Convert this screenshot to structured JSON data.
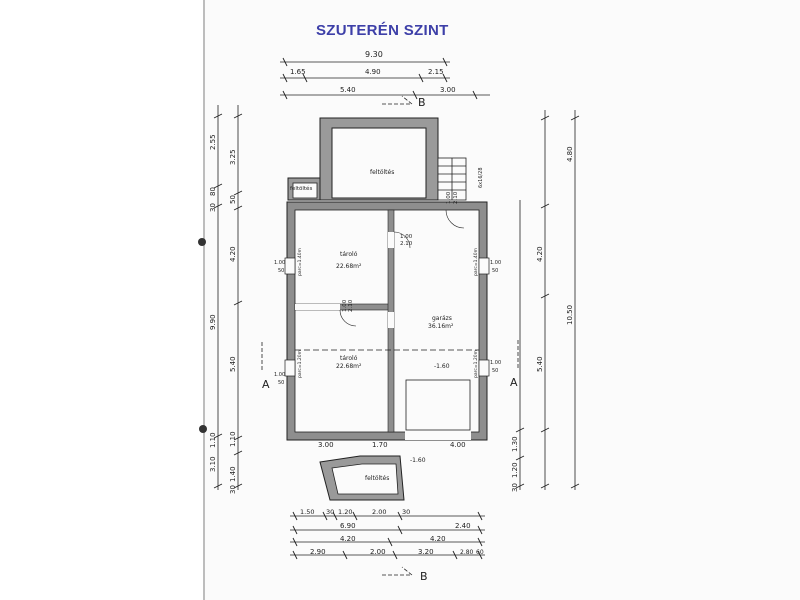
{
  "title": "SZUTERÉN SZINT",
  "dims": {
    "top_total": "9.30",
    "top_row2": [
      "1.65",
      "4.90",
      "2.15"
    ],
    "top_row3": [
      "5.40",
      "3.00"
    ],
    "left_col": [
      "2.55",
      "3.25",
      "80",
      "50",
      "30",
      "4.20",
      "9.90",
      "5.40",
      "1.10",
      "1.10",
      "3.10",
      "1.40",
      "30"
    ],
    "right_col": [
      "4.80",
      "4.20",
      "10.50",
      "5.40",
      "1.30",
      "1.20",
      "30"
    ],
    "bottom_inner": [
      "3.00",
      "1.70",
      "4.00"
    ],
    "bottom_row1": [
      "1.50",
      "30",
      "1.20",
      "2.00",
      "30"
    ],
    "bottom_row2": [
      "6.90",
      "2.40"
    ],
    "bottom_row3": [
      "4.20",
      "4.20"
    ],
    "bottom_row4": [
      "2.90",
      "2.00",
      "3.20",
      "2.80",
      "60"
    ]
  },
  "rooms": {
    "room1_name": "tároló",
    "room1_area": "22.68m²",
    "room2_name": "tároló",
    "room2_area": "22.68m²",
    "garage_name": "garázs",
    "garage_area": "36.16m²",
    "fill_top": "feltöltés",
    "fill_left": "feltöltés",
    "fill_bottom": "feltöltés"
  },
  "labels": {
    "section_a": "A",
    "section_b": "B",
    "door_1": "1.00",
    "door_1b": "2.10",
    "door_2": "1.00",
    "door_2b": "2.10",
    "door_3": "1.00",
    "door_3b": "2.10",
    "win_left1_a": "1.00",
    "win_left1_b": "50",
    "win_left1_c": "parc=1.40m",
    "win_left2_a": "1.00",
    "win_left2_b": "50",
    "win_left2_c": "parc=1.20m",
    "win_right1_a": "1.00",
    "win_right1_b": "50",
    "win_right1_c": "parc=1.40m",
    "win_right2_a": "1.00",
    "win_right2_b": "50",
    "win_right2_c": "parc=1.20m",
    "stairs": "6x16/28",
    "level1": "-1.60",
    "level2": "-1.60"
  }
}
